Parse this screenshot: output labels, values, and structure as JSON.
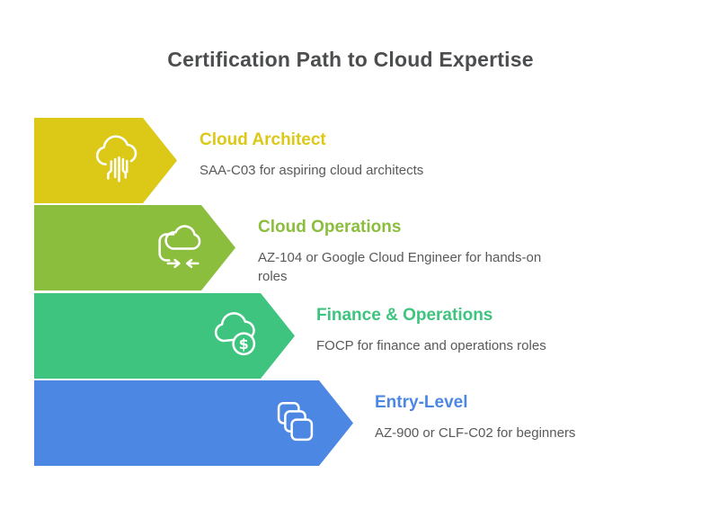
{
  "title": "Certification Path to Cloud Expertise",
  "title_color": "#4c4d4f",
  "text_color": "#58595b",
  "background": "#ffffff",
  "steps": [
    {
      "name": "Cloud Architect",
      "description": "SAA-C03 for aspiring cloud architects",
      "color": "#dcc917",
      "icon": "cloud-circuit-icon"
    },
    {
      "name": "Cloud Operations",
      "description": "AZ-104 or Google Cloud Engineer for hands-on roles",
      "color": "#8cbe3e",
      "icon": "cloud-sync-icon"
    },
    {
      "name": "Finance & Operations",
      "description": "FOCP for finance and operations roles",
      "color": "#3ec47e",
      "icon": "cloud-dollar-icon"
    },
    {
      "name": "Entry-Level",
      "description": "AZ-900 or CLF-C02 for beginners",
      "color": "#4c87e4",
      "icon": "stacked-squares-icon"
    }
  ]
}
